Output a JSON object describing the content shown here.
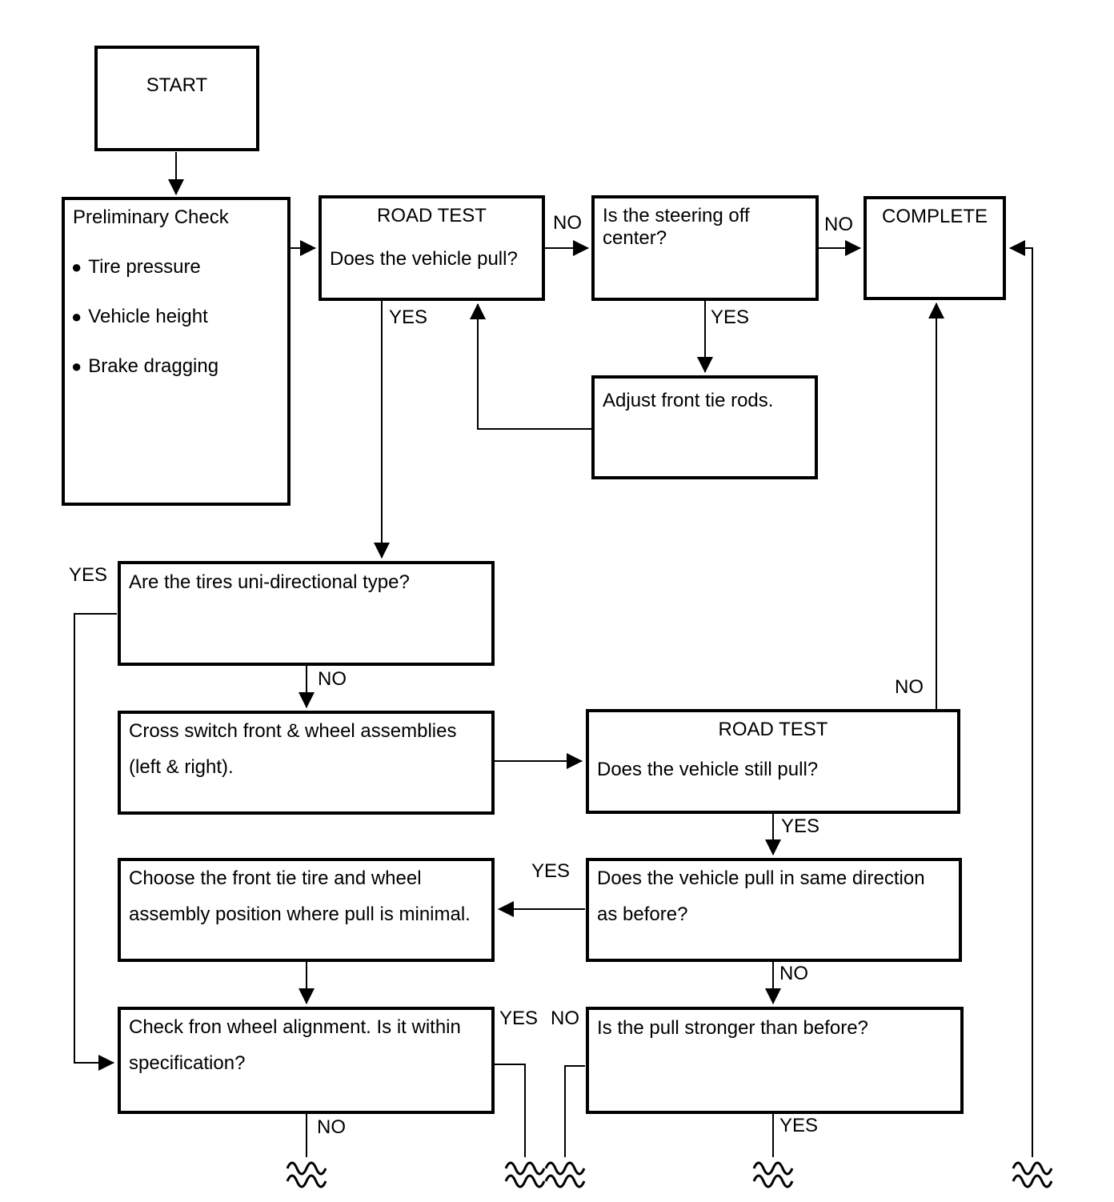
{
  "colors": {
    "ink": "#000000",
    "background": "#ffffff"
  },
  "bullet_icon": "●",
  "nodes": {
    "start": {
      "label": "START"
    },
    "preliminary": {
      "title": "Preliminary Check",
      "items": [
        "Tire pressure",
        "Vehicle height",
        "Brake dragging"
      ]
    },
    "road_test_1": {
      "title": "ROAD TEST",
      "question": "Does the vehicle pull?"
    },
    "steering_off_center": {
      "question": "Is the steering off center?"
    },
    "complete": {
      "label": "COMPLETE"
    },
    "adjust_tie_rods": {
      "label": "Adjust front tie rods."
    },
    "tires_unidirectional": {
      "question": "Are the tires uni-directional type?"
    },
    "cross_switch": {
      "line1": "Cross switch front & wheel assemblies",
      "line2": "(left & right)."
    },
    "road_test_2": {
      "title": "ROAD TEST",
      "question": "Does the vehicle still pull?"
    },
    "same_direction": {
      "line1": "Does the vehicle pull in same direction",
      "line2": "as before?"
    },
    "choose_position": {
      "line1": "Choose the front tie tire and wheel",
      "line2": "assembly position where pull is minimal."
    },
    "check_alignment": {
      "line1": "Check fron wheel alignment. Is it within",
      "line2": "specification?"
    },
    "pull_stronger": {
      "question": "Is the pull stronger than before?"
    }
  },
  "edge_labels": {
    "rt1_no": "NO",
    "steer_no": "NO",
    "steer_yes": "YES",
    "rt1_yes": "YES",
    "tires_yes": "YES",
    "tires_no": "NO",
    "rt2_no": "NO",
    "rt2_yes": "YES",
    "same_dir_yes": "YES",
    "same_dir_no": "NO",
    "check_yes": "YES",
    "stronger_no": "NO",
    "check_no": "NO",
    "stronger_yes": "YES"
  }
}
